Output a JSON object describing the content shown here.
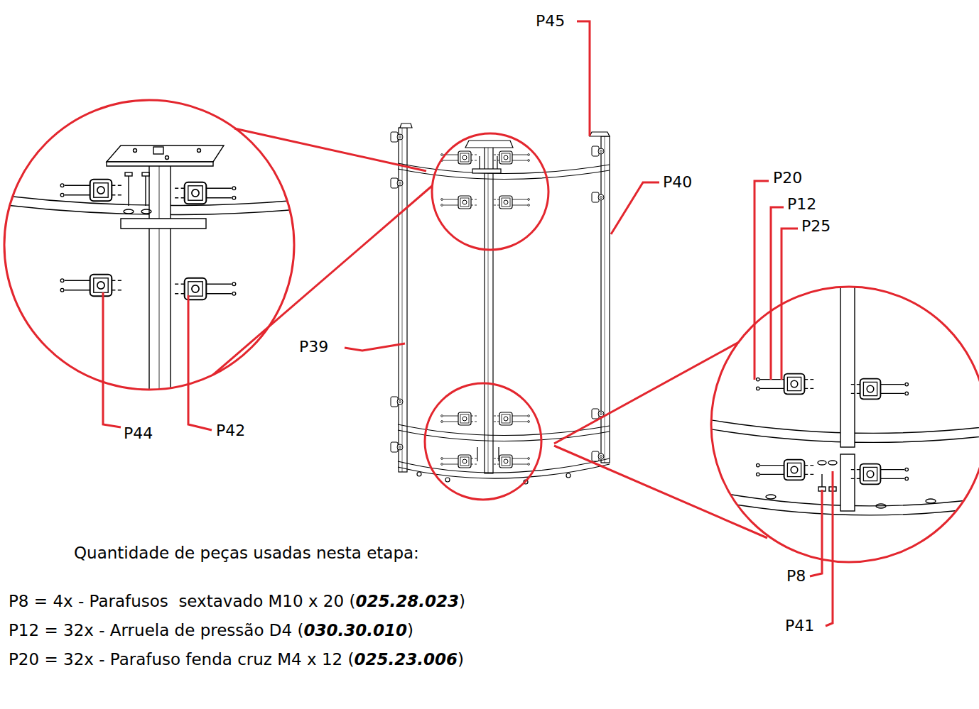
{
  "diagram": {
    "labels": [
      "P45",
      "P40",
      "P20",
      "P12",
      "P25",
      "P39",
      "P44",
      "P42",
      "Quantidade de peças usadas nesta etapa:",
      "P8 = 4x - Parafusos  sextavado M10 x 20 (",
      "025.28.023",
      ")",
      "P12 = 32x - Arruela de pressão D4 (",
      "030.30.010",
      ")",
      "P20 = 32x - Parafuso fenda cruz M4 x 12 (",
      "025.23.006",
      ")",
      "P8",
      "P41"
    ]
  }
}
